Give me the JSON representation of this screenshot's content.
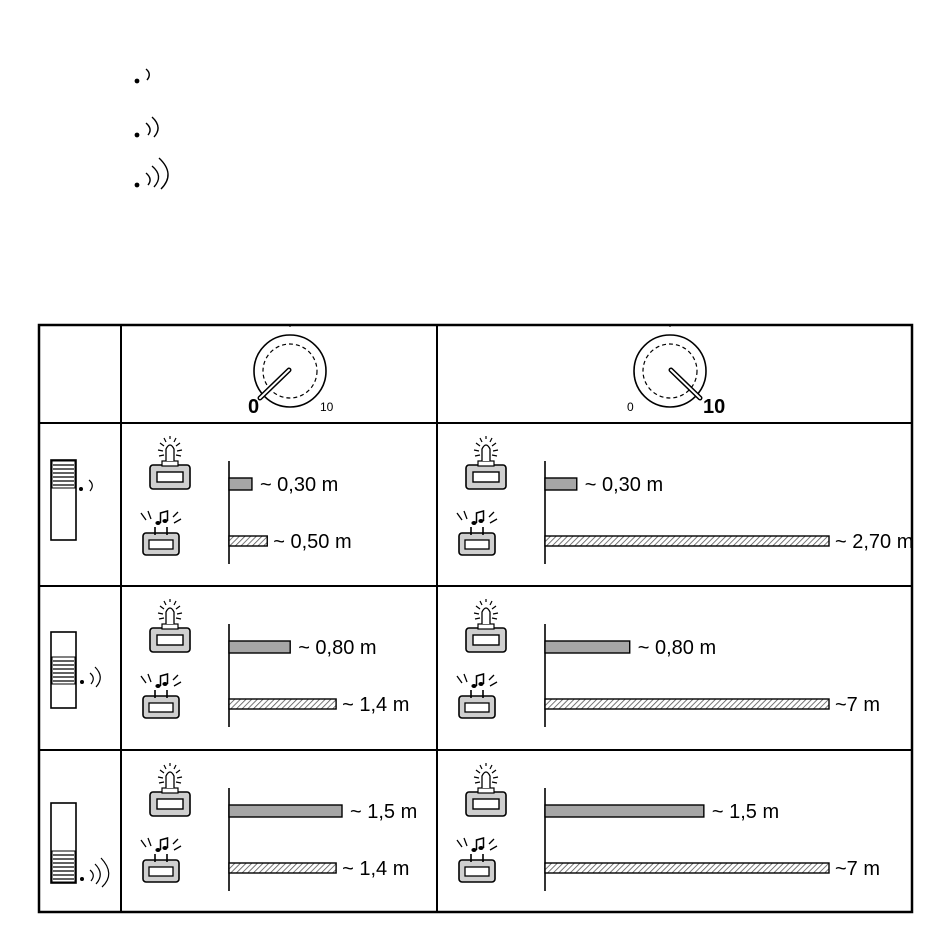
{
  "dials": [
    {
      "small_label": "10",
      "big_label": "0",
      "pointer_value": 0
    },
    {
      "small_label": "0",
      "big_label": "10",
      "pointer_value": 10
    }
  ],
  "rows": [
    {
      "signal_level": 1,
      "cells": [
        {
          "light": {
            "value": 0.3,
            "label": "~ 0,30 m"
          },
          "sound": {
            "value": 0.5,
            "label": "~ 0,50 m"
          }
        },
        {
          "light": {
            "value": 0.3,
            "label": "~ 0,30 m"
          },
          "sound": {
            "value": 2.7,
            "label": "~ 2,70 m"
          }
        }
      ]
    },
    {
      "signal_level": 2,
      "cells": [
        {
          "light": {
            "value": 0.8,
            "label": "~ 0,80 m"
          },
          "sound": {
            "value": 1.4,
            "label": "~ 1,4 m"
          }
        },
        {
          "light": {
            "value": 0.8,
            "label": "~ 0,80 m"
          },
          "sound": {
            "value": 7,
            "label": "~7 m"
          }
        }
      ]
    },
    {
      "signal_level": 3,
      "cells": [
        {
          "light": {
            "value": 1.5,
            "label": "~ 1,5 m"
          },
          "sound": {
            "value": 1.4,
            "label": "~ 1,4 m"
          }
        },
        {
          "light": {
            "value": 1.5,
            "label": "~ 1,5 m"
          },
          "sound": {
            "value": 7,
            "label": "~7 m"
          }
        }
      ]
    }
  ],
  "icons": {
    "legend": [
      "signal-weak-icon",
      "signal-medium-icon",
      "signal-strong-icon"
    ],
    "light": "flashing-light-icon",
    "sound": "sound-alarm-icon",
    "switch": "slide-switch-icon",
    "dial": "sensitivity-dial-icon"
  },
  "colors": {
    "light_bar": "#a6a6a6",
    "sound_hatch": "#555555",
    "line": "#000000"
  }
}
